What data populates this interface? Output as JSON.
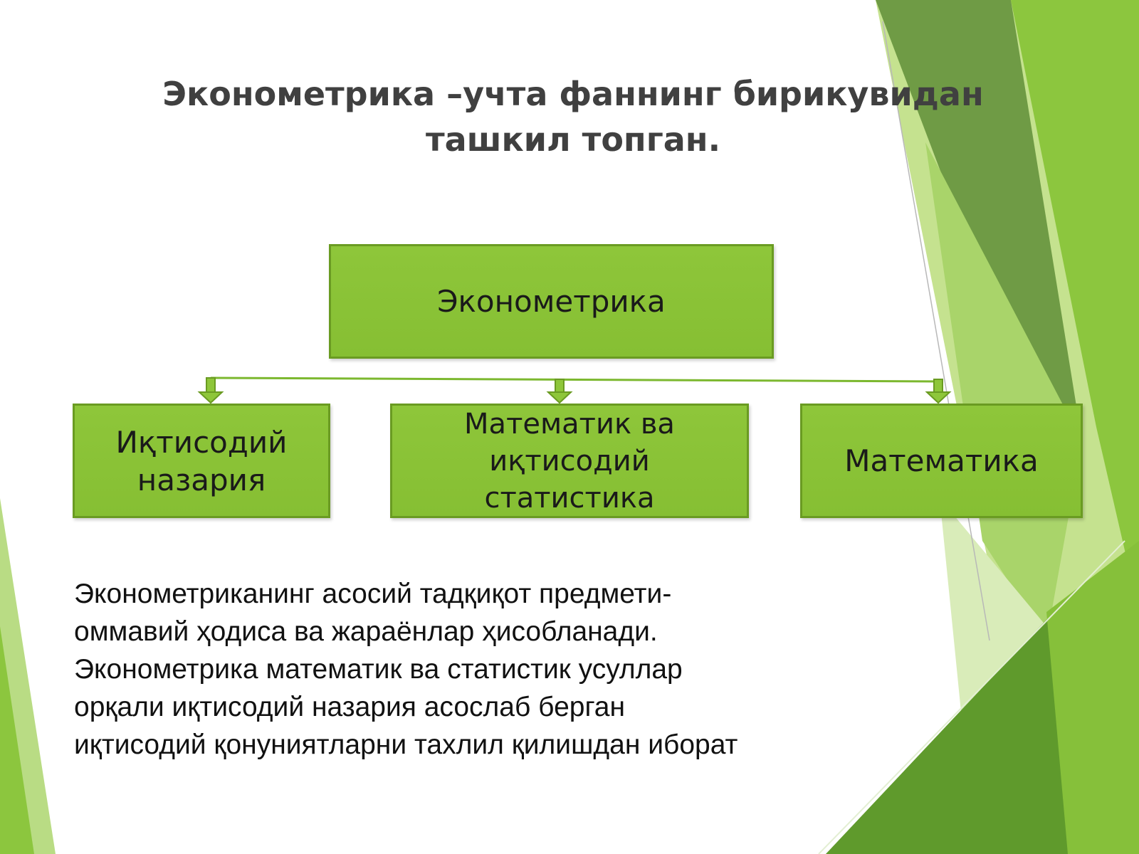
{
  "title": {
    "line1": "Эконометрика –учта фаннинг бирикувидан",
    "line2": "ташкил топган."
  },
  "diagram": {
    "top": "Эконометрика",
    "left": [
      "Иқтисодий",
      "назария"
    ],
    "middle": [
      "Математик ва",
      "иқтисодий",
      "статистика"
    ],
    "right": "Математика"
  },
  "body_text": [
    "Эконометриканинг асосий тадқиқот предмети-",
    "оммавий  ҳодиса ва жараёнлар ҳисобланади.",
    "Эконометрика математик ва статистик усуллар",
    "орқали иқтисодий назария асослаб берган",
    "иқтисодий қонуниятларни тахлил қилишдан иборат"
  ],
  "colors": {
    "box_fill": "#8ec63a",
    "box_border": "#6a9b22",
    "connector": "#7cb82f",
    "title_text": "#404040"
  }
}
